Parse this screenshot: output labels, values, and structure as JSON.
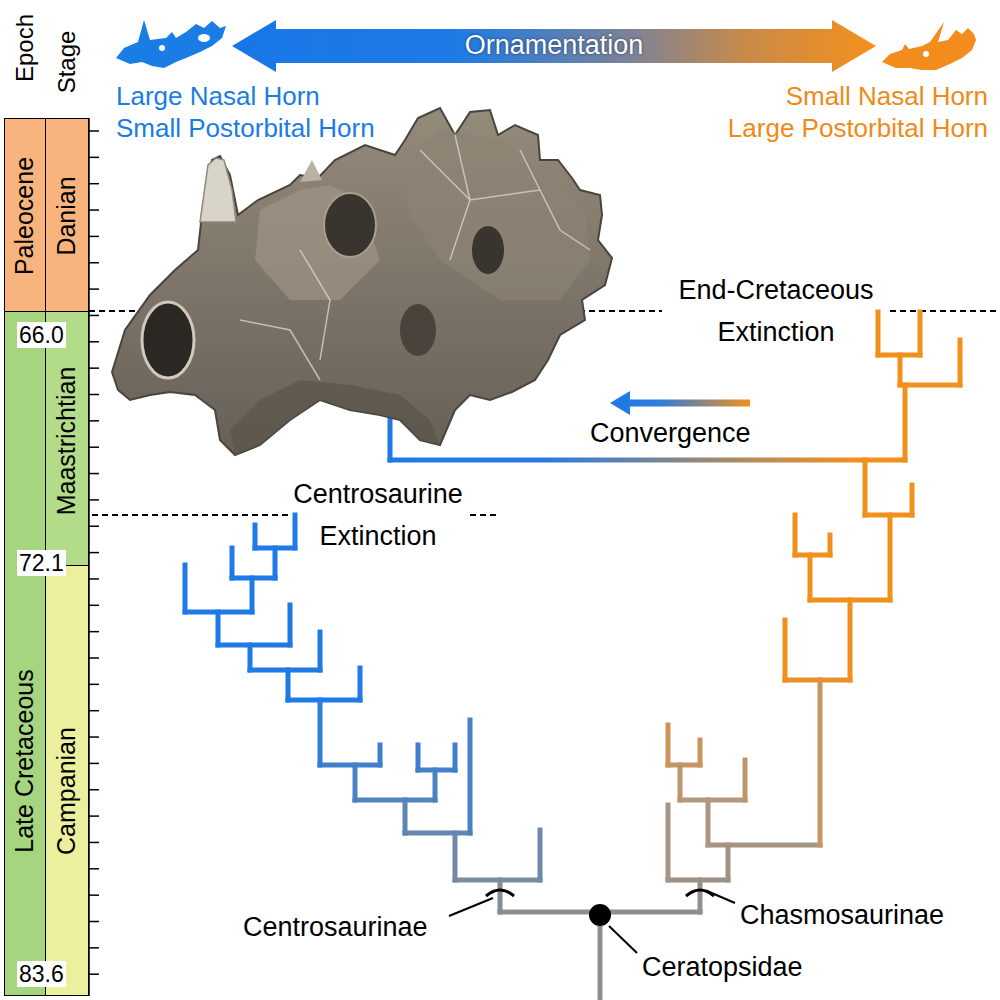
{
  "diagram": {
    "nodes": [
      {
        "text": [
          "Ornamentation"
        ]
      },
      {
        "text": [
          "Paleocene"
        ]
      },
      {
        "text": [
          "Danian"
        ]
      },
      {
        "text": [
          "Late Cretaceous"
        ]
      },
      {
        "text": [
          "Maastrichtian"
        ]
      },
      {
        "text": [
          "Campanian"
        ]
      }
    ],
    "labels": [
      "Epoch",
      "Stage",
      "Large Nasal Horn",
      "Small Postorbital Horn",
      "Small Nasal Horn",
      "Large Postorbital Horn",
      "End-Cretaceous Extinction",
      "66.0",
      "Convergence",
      "Centrosaurine Extinction",
      "72.1",
      "Centrosaurinae",
      "Chasmosaurinae",
      "Ceratopsidae",
      "83.6"
    ]
  }
}
